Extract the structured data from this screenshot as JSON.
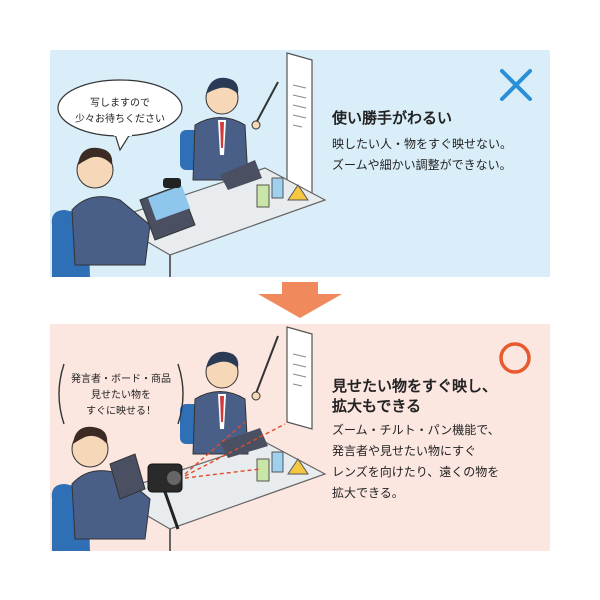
{
  "colors": {
    "top_bg": "#daeef9",
    "bottom_bg": "#fbe6e0",
    "bad_mark": "#2a8fd6",
    "good_mark": "#e8592d",
    "arrow": "#f08a5d",
    "suit": "#4a5f87",
    "chair": "#2f6fb5"
  },
  "icons": {
    "bad": "cross-mark-icon",
    "good": "circle-mark-icon",
    "transition": "down-arrow-icon"
  },
  "top": {
    "speech": [
      "写しますので",
      "少々お待ちください"
    ],
    "heading": "使い勝手がわるい",
    "lines": [
      "映したい人・物をすぐ映せない。",
      "ズームや細かい調整ができない。"
    ]
  },
  "bottom": {
    "callout": [
      "発言者・ボード・商品",
      "見せたい物を",
      "すぐに映せる！"
    ],
    "heading": [
      "見せたい物をすぐ映し、",
      "拡大もできる"
    ],
    "lines": [
      "ズーム・チルト・パン機能で、",
      "発言者や見せたい物にすぐ",
      "レンズを向けたり、遠くの物を",
      "拡大できる。"
    ]
  }
}
